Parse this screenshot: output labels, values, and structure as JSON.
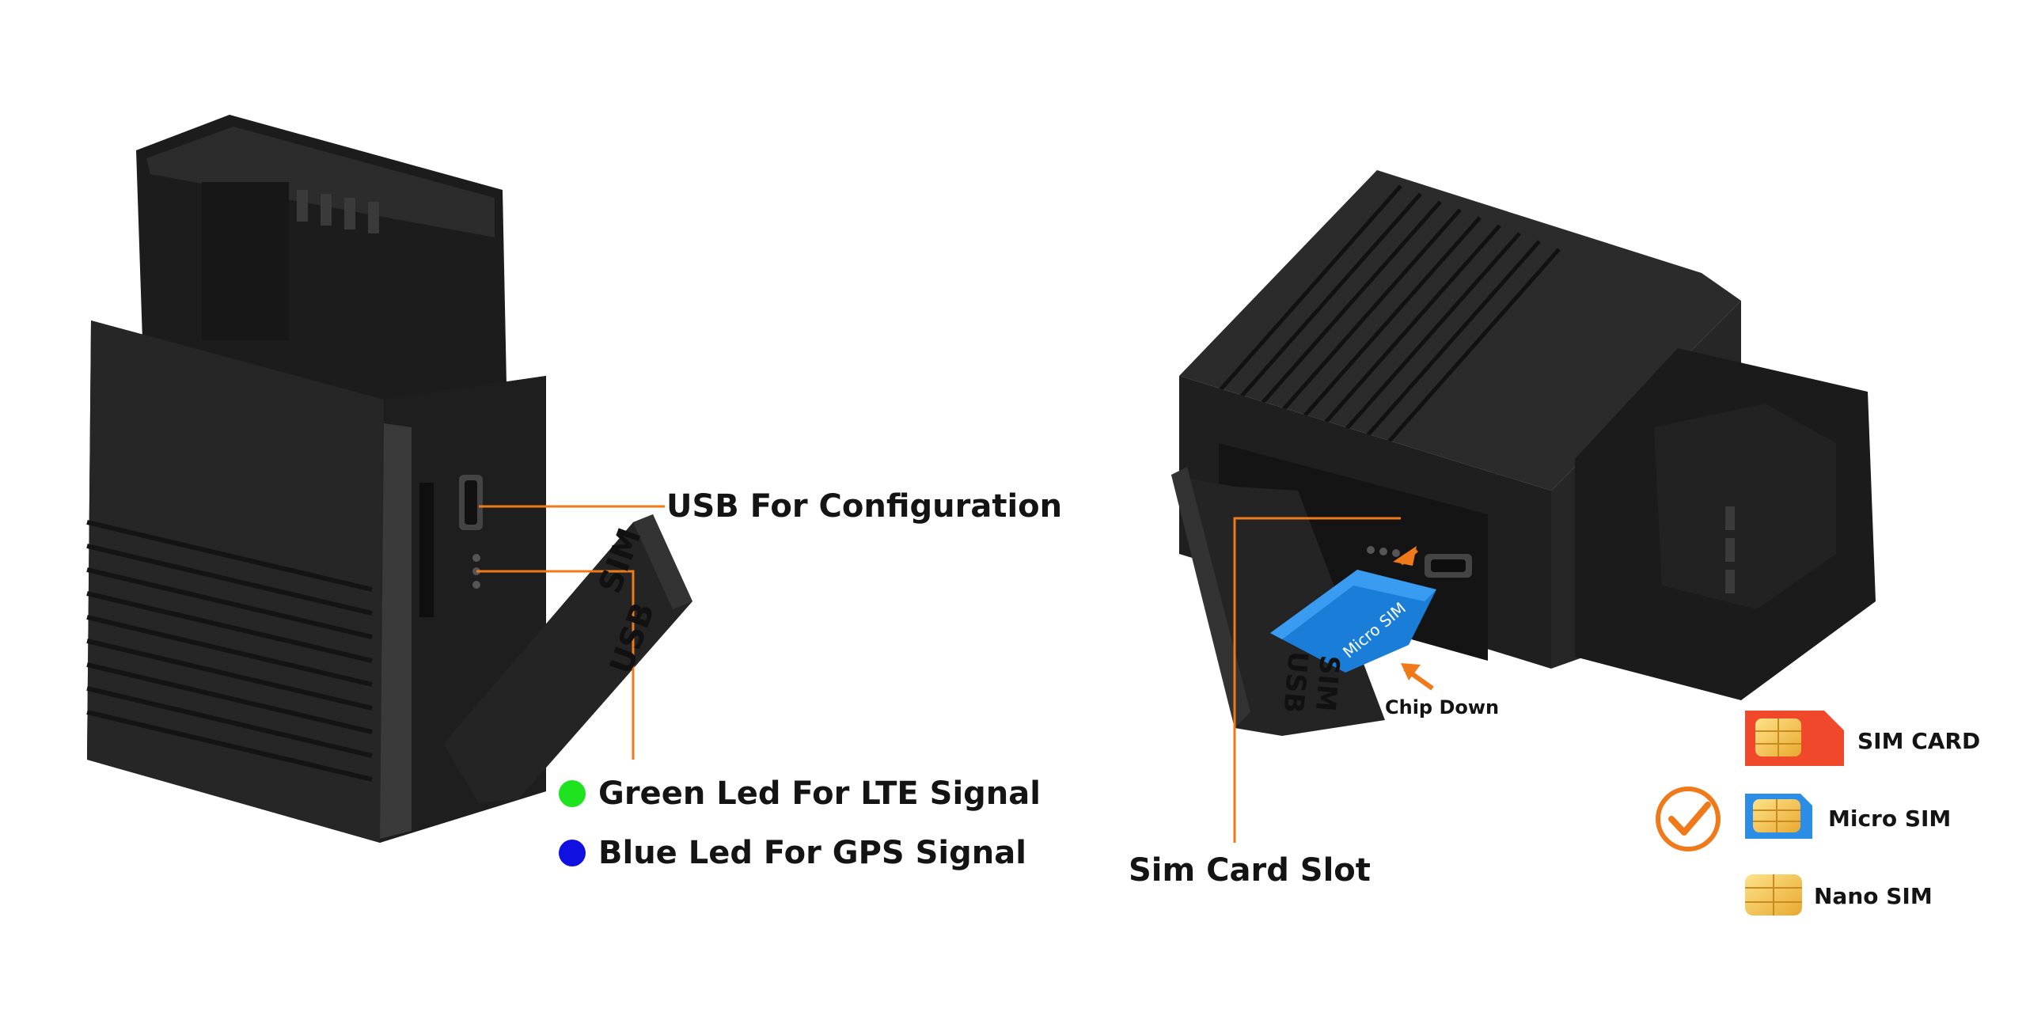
{
  "left_device": {
    "usb_label": "USB For Configuration",
    "green_led_label": "Green Led For LTE Signal",
    "blue_led_label": "Blue Led For GPS Signal",
    "cover_text_1": "SIM",
    "cover_text_2": "USB",
    "led_green_color": "#1fe31f",
    "led_blue_color": "#1010e0"
  },
  "right_device": {
    "sim_slot_label": "Sim Card Slot",
    "chip_down_label": "Chip Down",
    "card_text": "Micro SIM",
    "cover_text_1": "SIM",
    "cover_text_2": "USB"
  },
  "sim_types": {
    "items": [
      {
        "label": "SIM CARD"
      },
      {
        "label": "Micro SIM",
        "selected": true
      },
      {
        "label": "Nano SIM"
      }
    ]
  },
  "colors": {
    "accent": "#f07a1a",
    "device_body": "#232323",
    "sim_card_blue": "#1a7ed8",
    "sim_card_red": "#f0482a",
    "chip_gold": "#f2c14e"
  }
}
